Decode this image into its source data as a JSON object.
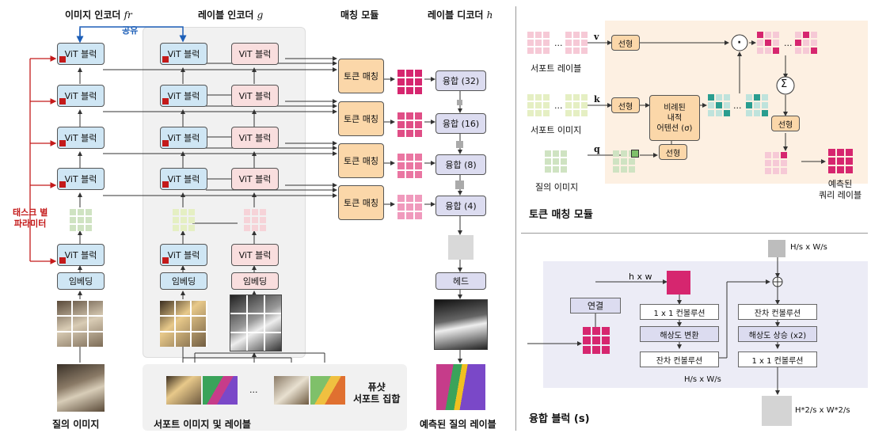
{
  "left": {
    "col_image_encoder": "이미지 인코더 ",
    "col_image_encoder_sym": "fr",
    "shared": "공유",
    "col_label_encoder": "레이블 인코더 ",
    "col_label_encoder_sym": "g",
    "col_matching": "매칭 모듈",
    "col_label_decoder": "레이블 디코더 ",
    "col_label_decoder_sym": "h",
    "vit_block": "ViT 블럭",
    "embedding": "임베딩",
    "token_matching": "토큰 매칭",
    "fusion_labels": [
      "융합 (32)",
      "융합 (16)",
      "융합 (8)",
      "융합 (4)"
    ],
    "head": "헤드",
    "task_params": "태스크 별\n파라미터",
    "query_image": "질의 이미지",
    "support_images_labels": "서포트 이미지 및 레이블",
    "few_shot_set": "퓨샷\n서포트 집합",
    "ellipsis": "...",
    "predicted_query_label": "예측된 질의 레이블"
  },
  "token_module": {
    "title": "토큰 매칭 모듈",
    "support_label": "서포트 레이블",
    "support_image": "서포트 이미지",
    "query_image": "질의 이미지",
    "v": "v",
    "k": "k",
    "q": "q",
    "linear": "선형",
    "attention": "비례된\n내적\n어텐션 (σ)",
    "dot": "·",
    "sigma": "Σ",
    "predicted": "예측된\n쿼리 레이블",
    "ellipsis": "..."
  },
  "fusion_block": {
    "title": "융합 블럭 (s)",
    "hw": "h x w",
    "concat": "연결",
    "conv1": "1 x 1 컨볼루션",
    "resample": "해상도 변환",
    "res_conv": "잔차 컨볼루션",
    "hs_ws_top": "H/s x W/s",
    "hs_ws_mid": "H/s x W/s",
    "res_conv_r": "잔차 컨볼루션",
    "upsample": "해상도 상승 (x2)",
    "conv1_r": "1 x 1 컨볼루션",
    "out": "H*2/s x W*2/s"
  },
  "colors": {
    "blue": "#cfe6f4",
    "pink": "#f9dede",
    "orange": "#fbd7a9",
    "lavender": "#dcdcf0",
    "red": "#c41a1a",
    "magenta": "#d6266f",
    "teal": "#2a9d8f",
    "green_light": "#cfe3c2"
  }
}
